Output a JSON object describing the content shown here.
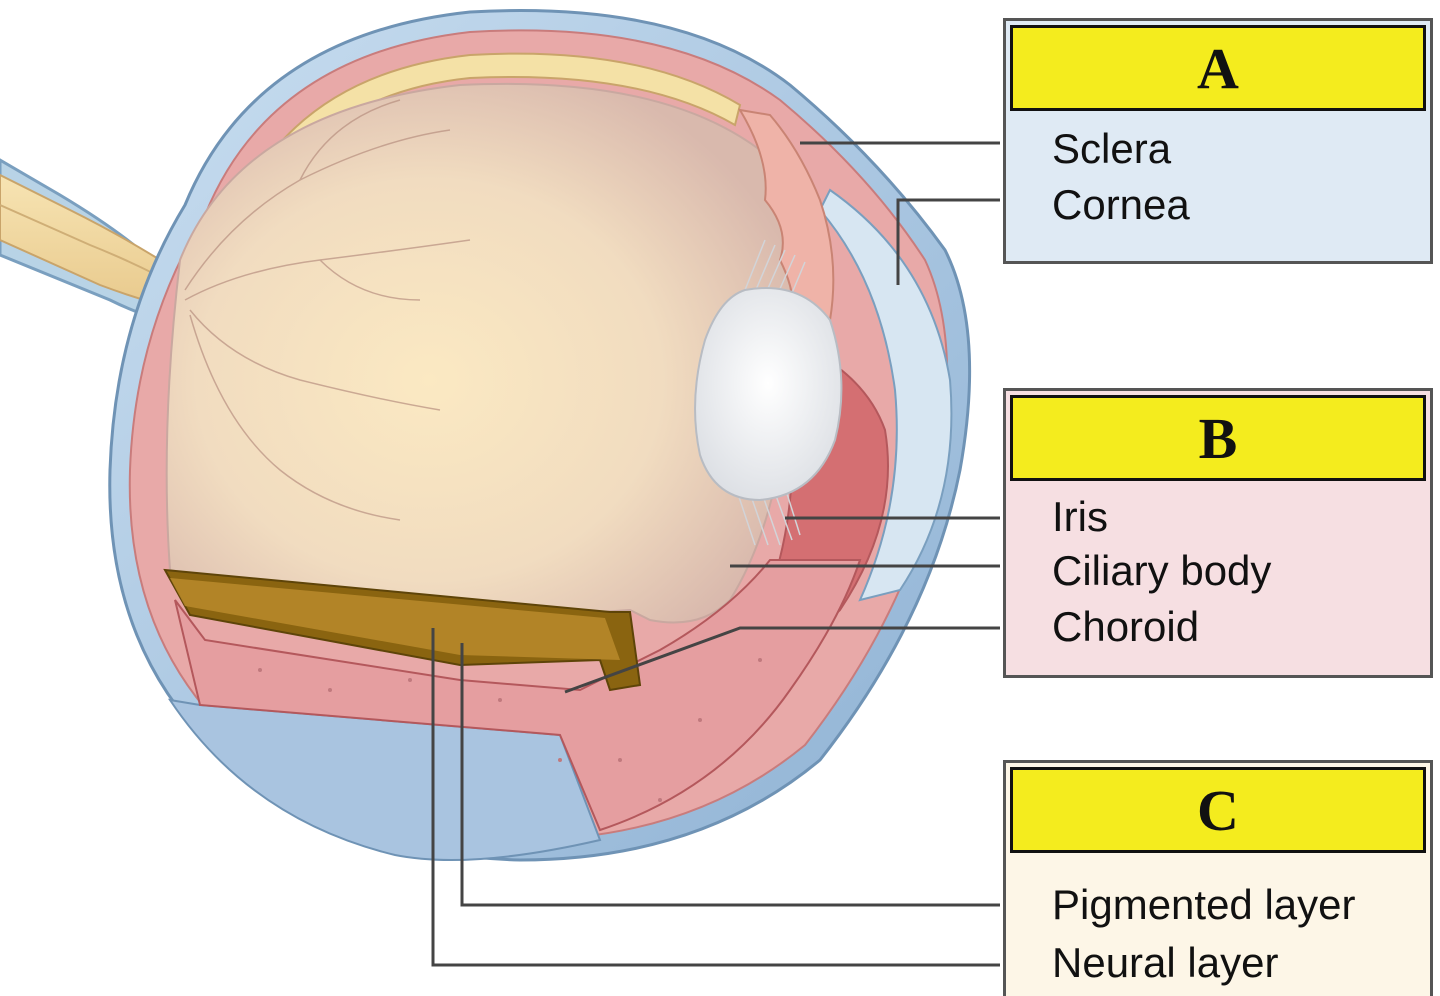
{
  "panels": [
    {
      "heading": "A",
      "items": [
        "Sclera",
        "Cornea"
      ]
    },
    {
      "heading": "B",
      "items": [
        "Iris",
        "Ciliary body",
        "Choroid"
      ]
    },
    {
      "heading": "C",
      "items": [
        "Pigmented layer",
        "Neural layer"
      ]
    }
  ],
  "colors": {
    "fibrous_tunic_fill": "#dfeaf4",
    "vascular_tunic_fill": "#f6dfe2",
    "retina_fill": "#fdf6e7",
    "heading_yellow": "#f4ec1e",
    "sclera_blue": "#b8d3e6",
    "choroid_pink": "#e59ea0",
    "pigmented_brown": "#8a6410"
  }
}
